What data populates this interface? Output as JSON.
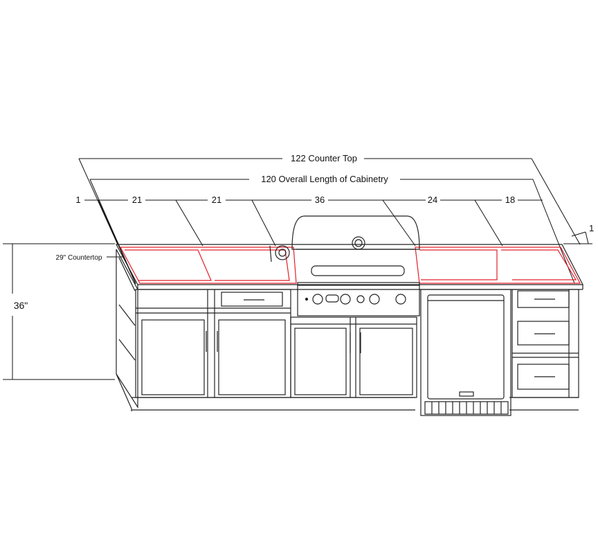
{
  "dimensions": {
    "counter_top": "122 Counter Top",
    "overall_length": "120 Overall Length of Cabinetry",
    "segments": [
      "1",
      "21",
      "21",
      "36",
      "24",
      "18"
    ],
    "side_overhang": "1",
    "height": "36\"",
    "countertop_height": "29\" Countertop"
  },
  "colors": {
    "line": "#222222",
    "countertop_outline": "#e0202a"
  }
}
